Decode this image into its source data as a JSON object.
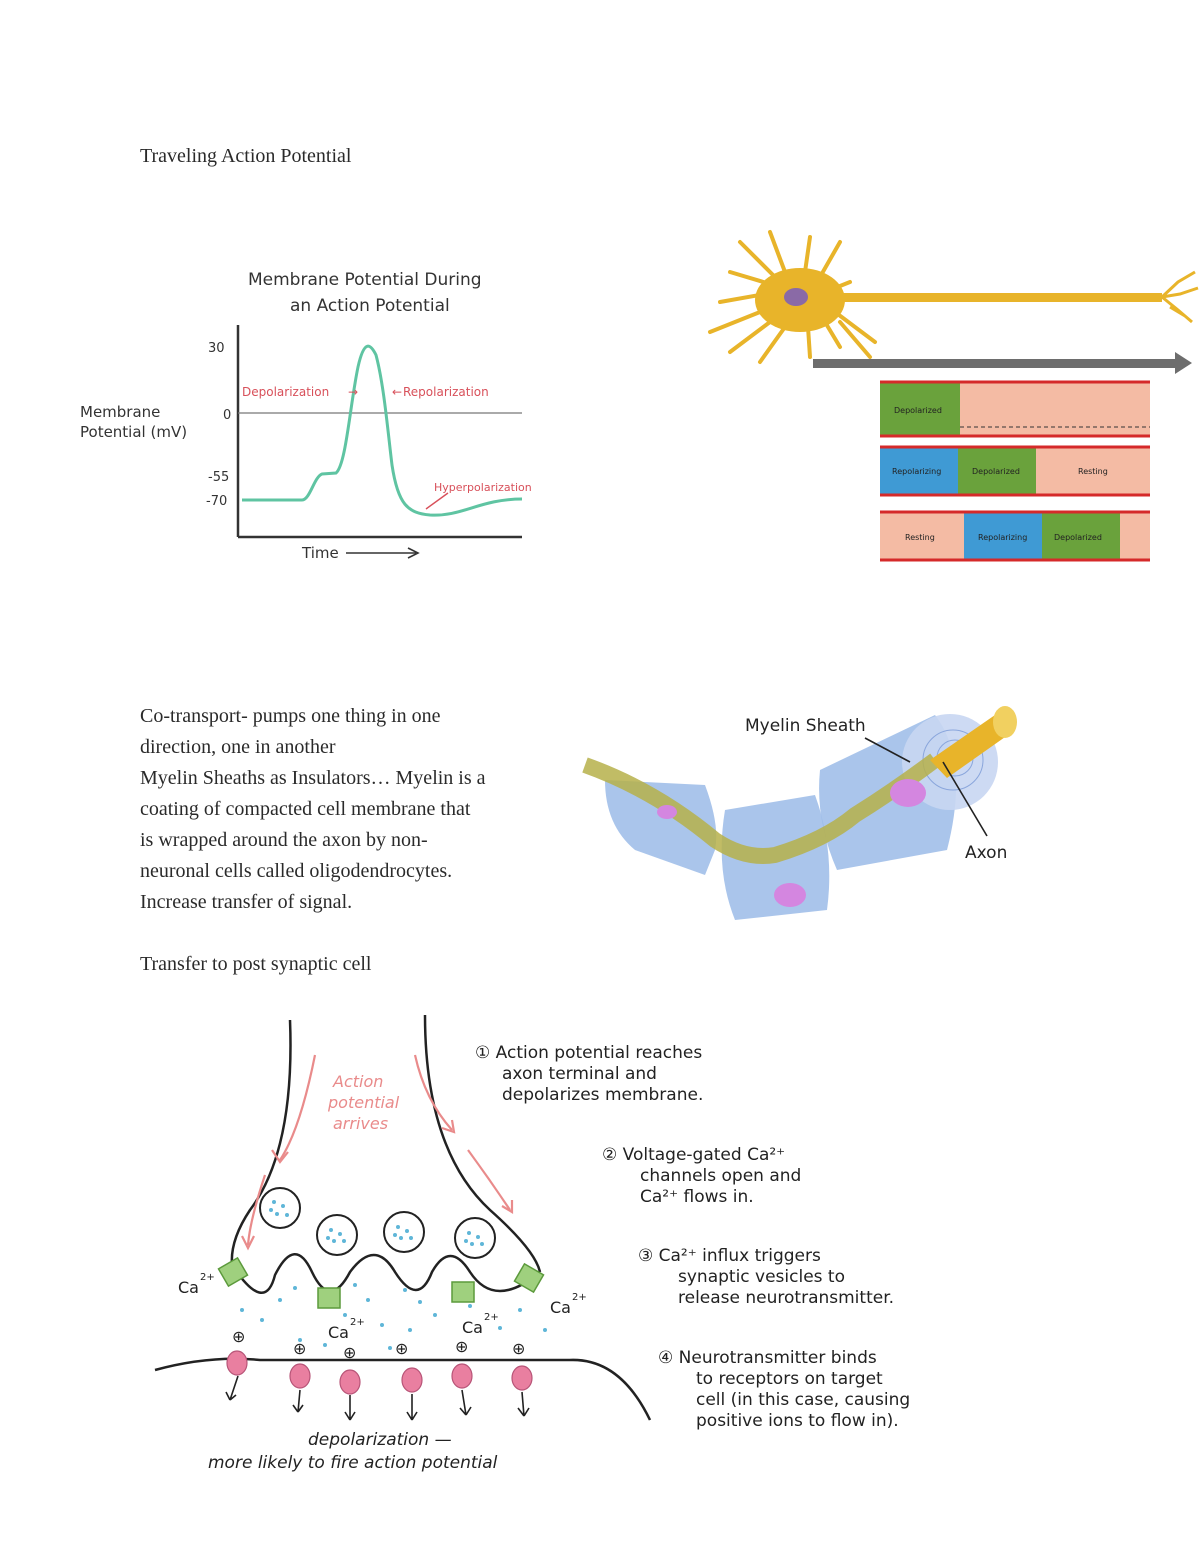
{
  "heading": "Traveling Action Potential",
  "graph": {
    "title_line1": "Membrane Potential During",
    "title_line2": "an Action Potential",
    "ylabel_line1": "Membrane",
    "ylabel_line2": "Potential (mV)",
    "xlabel": "Time",
    "ticks": [
      "30",
      "0",
      "-55",
      "-70"
    ],
    "labels": {
      "depolarization": "Depolarization",
      "repolarization": "Repolarization",
      "hyperpolarization": "Hyperpolarization"
    }
  },
  "neuron_diagram": {
    "labels": {
      "soma": "",
      "axon": "",
      "axon_terminal": "",
      "direction": ""
    },
    "rows": [
      {
        "caption": "",
        "segments": [
          "Depolarized"
        ]
      },
      {
        "caption": "",
        "segments": [
          "Repolarizing",
          "Depolarized",
          "Resting"
        ]
      },
      {
        "caption": "",
        "segments": [
          "Resting",
          "Repolarizing",
          "Depolarized"
        ]
      }
    ]
  },
  "body_paragraph": [
    "Co-transport- pumps one thing in one",
    "direction, one in another",
    "Myelin Sheaths as Insulators… Myelin is a",
    "coating of compacted cell membrane that",
    "is wrapped around the axon by non-",
    "neuronal cells called oligodendrocytes.",
    "Increase transfer of signal."
  ],
  "myelin_figure": {
    "sheath_label": "Myelin Sheath",
    "axon_label": "Axon"
  },
  "subheading": "Transfer to post synaptic cell",
  "synapse_figure": {
    "arrives": [
      "Action",
      "potential",
      "arrives"
    ],
    "ca_label": "Ca",
    "ca_sup": "2+",
    "step1": [
      "① Action potential reaches",
      "axon terminal and",
      "depolarizes membrane."
    ],
    "step2": [
      "② Voltage-gated Ca²⁺",
      "channels open and",
      "Ca²⁺ flows in."
    ],
    "step3": [
      "③ Ca²⁺ influx triggers",
      "synaptic vesicles to",
      "release neurotransmitter."
    ],
    "step4": [
      "④ Neurotransmitter binds",
      "to receptors on target",
      "cell (in this case, causing",
      "positive ions to flow in)."
    ],
    "bottom": [
      "depolarization —",
      "more likely to fire action potential"
    ]
  },
  "colors": {
    "trace": "#5fc4a2",
    "annot": "#d8505a",
    "axon_gold": "#e8b42a",
    "resting": "#f4bba4",
    "repol_blue": "#3f9ad4",
    "depol_green": "#6aa23c",
    "membrane_red": "#d52a2a"
  }
}
